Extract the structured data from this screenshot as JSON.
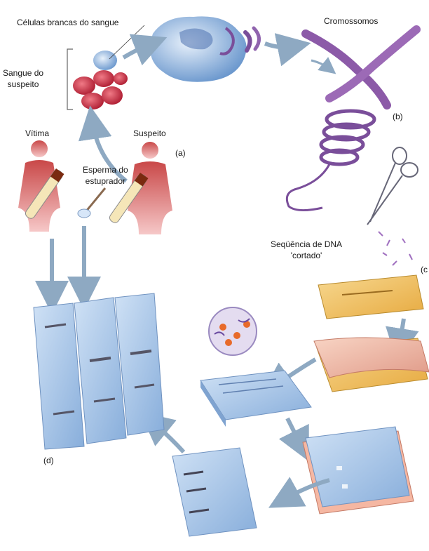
{
  "labels": {
    "white_cells": "Células brancas do sangue",
    "chromosomes": "Cromossomos",
    "suspect_blood": "Sangue do\nsuspeito",
    "victim": "Vítima",
    "suspect": "Suspeito",
    "rapist_sperm": "Esperma do\nestuprador",
    "dna_cut": "Seqüência de DNA\n'cortado'"
  },
  "steps": {
    "a": "(a)",
    "b": "(b)",
    "c": "(c",
    "d": "(d)"
  },
  "colors": {
    "arrow": "#8ea9c2",
    "blood": "#c8283a",
    "body": "#e46a6a",
    "chromosome": "#7a4e9a",
    "gel": "#a8c6ea",
    "membrane": "#f3c27a",
    "paper": "#f0c0b0"
  }
}
